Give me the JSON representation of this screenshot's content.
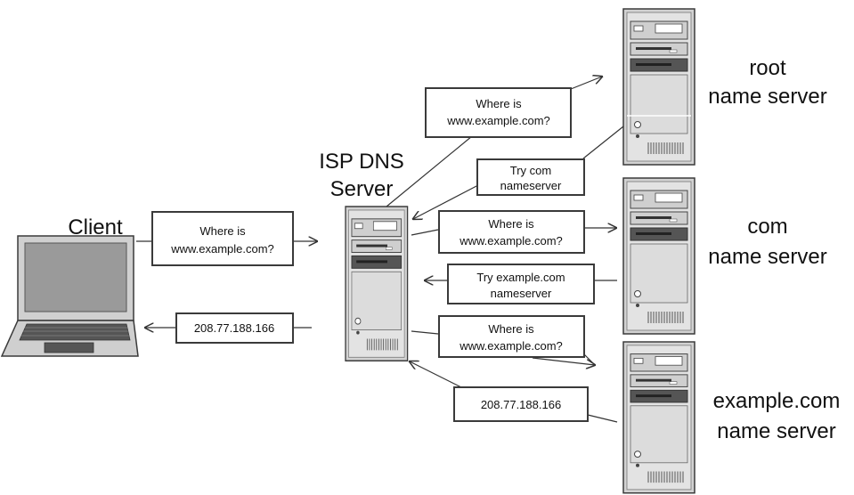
{
  "nodes": {
    "client": "Client",
    "isp_line1": "ISP DNS",
    "isp_line2": "Server",
    "root_line1": "root",
    "root_line2": "name server",
    "com_line1": "com",
    "com_line2": "name server",
    "example_line1": "example.com",
    "example_line2": "name server"
  },
  "messages": {
    "client_query_l1": "Where is",
    "client_query_l2": "www.example.com?",
    "client_answer": "208.77.188.166",
    "root_query_l1": "Where is",
    "root_query_l2": "www.example.com?",
    "root_reply_l1": "Try com",
    "root_reply_l2": "nameserver",
    "com_query_l1": "Where is",
    "com_query_l2": "www.example.com?",
    "com_reply_l1": "Try example.com",
    "com_reply_l2": "nameserver",
    "example_query_l1": "Where is",
    "example_query_l2": "www.example.com?",
    "example_reply": "208.77.188.166"
  },
  "colors": {
    "server_body": "#d4d4d4",
    "server_dark": "#4a4a4a",
    "screen": "#9a9a9a",
    "outline": "#3a3a3a"
  }
}
